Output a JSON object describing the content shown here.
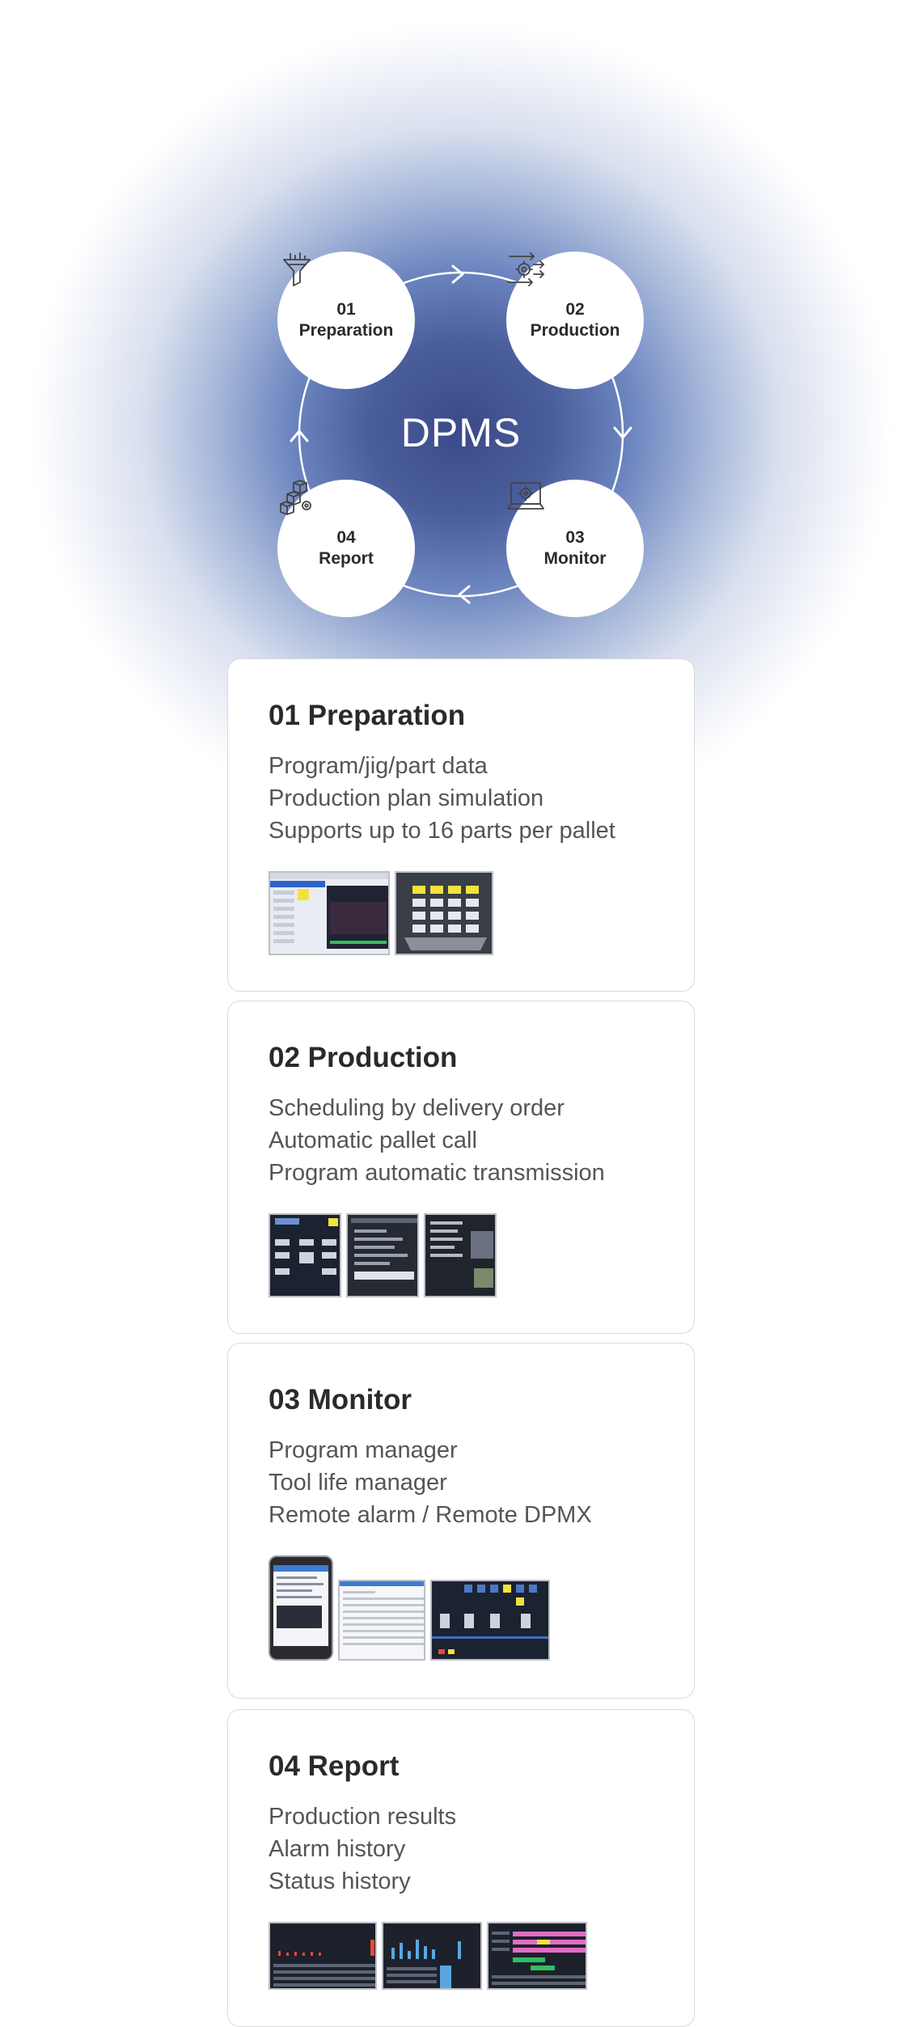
{
  "diagram": {
    "center_title": "DPMS",
    "steps": [
      {
        "number": "01",
        "name": "Preparation",
        "icon": "funnel-icon"
      },
      {
        "number": "02",
        "name": "Production",
        "icon": "gear-arrows-icon"
      },
      {
        "number": "03",
        "name": "Monitor",
        "icon": "laptop-gear-icon"
      },
      {
        "number": "04",
        "name": "Report",
        "icon": "boxes-gear-icon"
      }
    ]
  },
  "cards": [
    {
      "title": "01 Preparation",
      "lines": [
        "Program/jig/part data",
        "Production plan simulation",
        "Supports up to 16 parts per pallet"
      ]
    },
    {
      "title": "02 Production",
      "lines": [
        "Scheduling by delivery order",
        "Automatic pallet call",
        "Program automatic transmission"
      ]
    },
    {
      "title": "03 Monitor",
      "lines": [
        "Program manager",
        "Tool life manager",
        "Remote alarm / Remote DPMX"
      ]
    },
    {
      "title": "04 Report",
      "lines": [
        "Production results",
        "Alarm history",
        "Status history"
      ]
    }
  ],
  "colors": {
    "glow_core": "#3b4a88",
    "glow_mid": "#6d86c0",
    "card_border": "#d9d9de",
    "screen_dark": "#1d2433",
    "highlight_yellow": "#f2e23c",
    "highlight_pink": "#e06cc4"
  }
}
